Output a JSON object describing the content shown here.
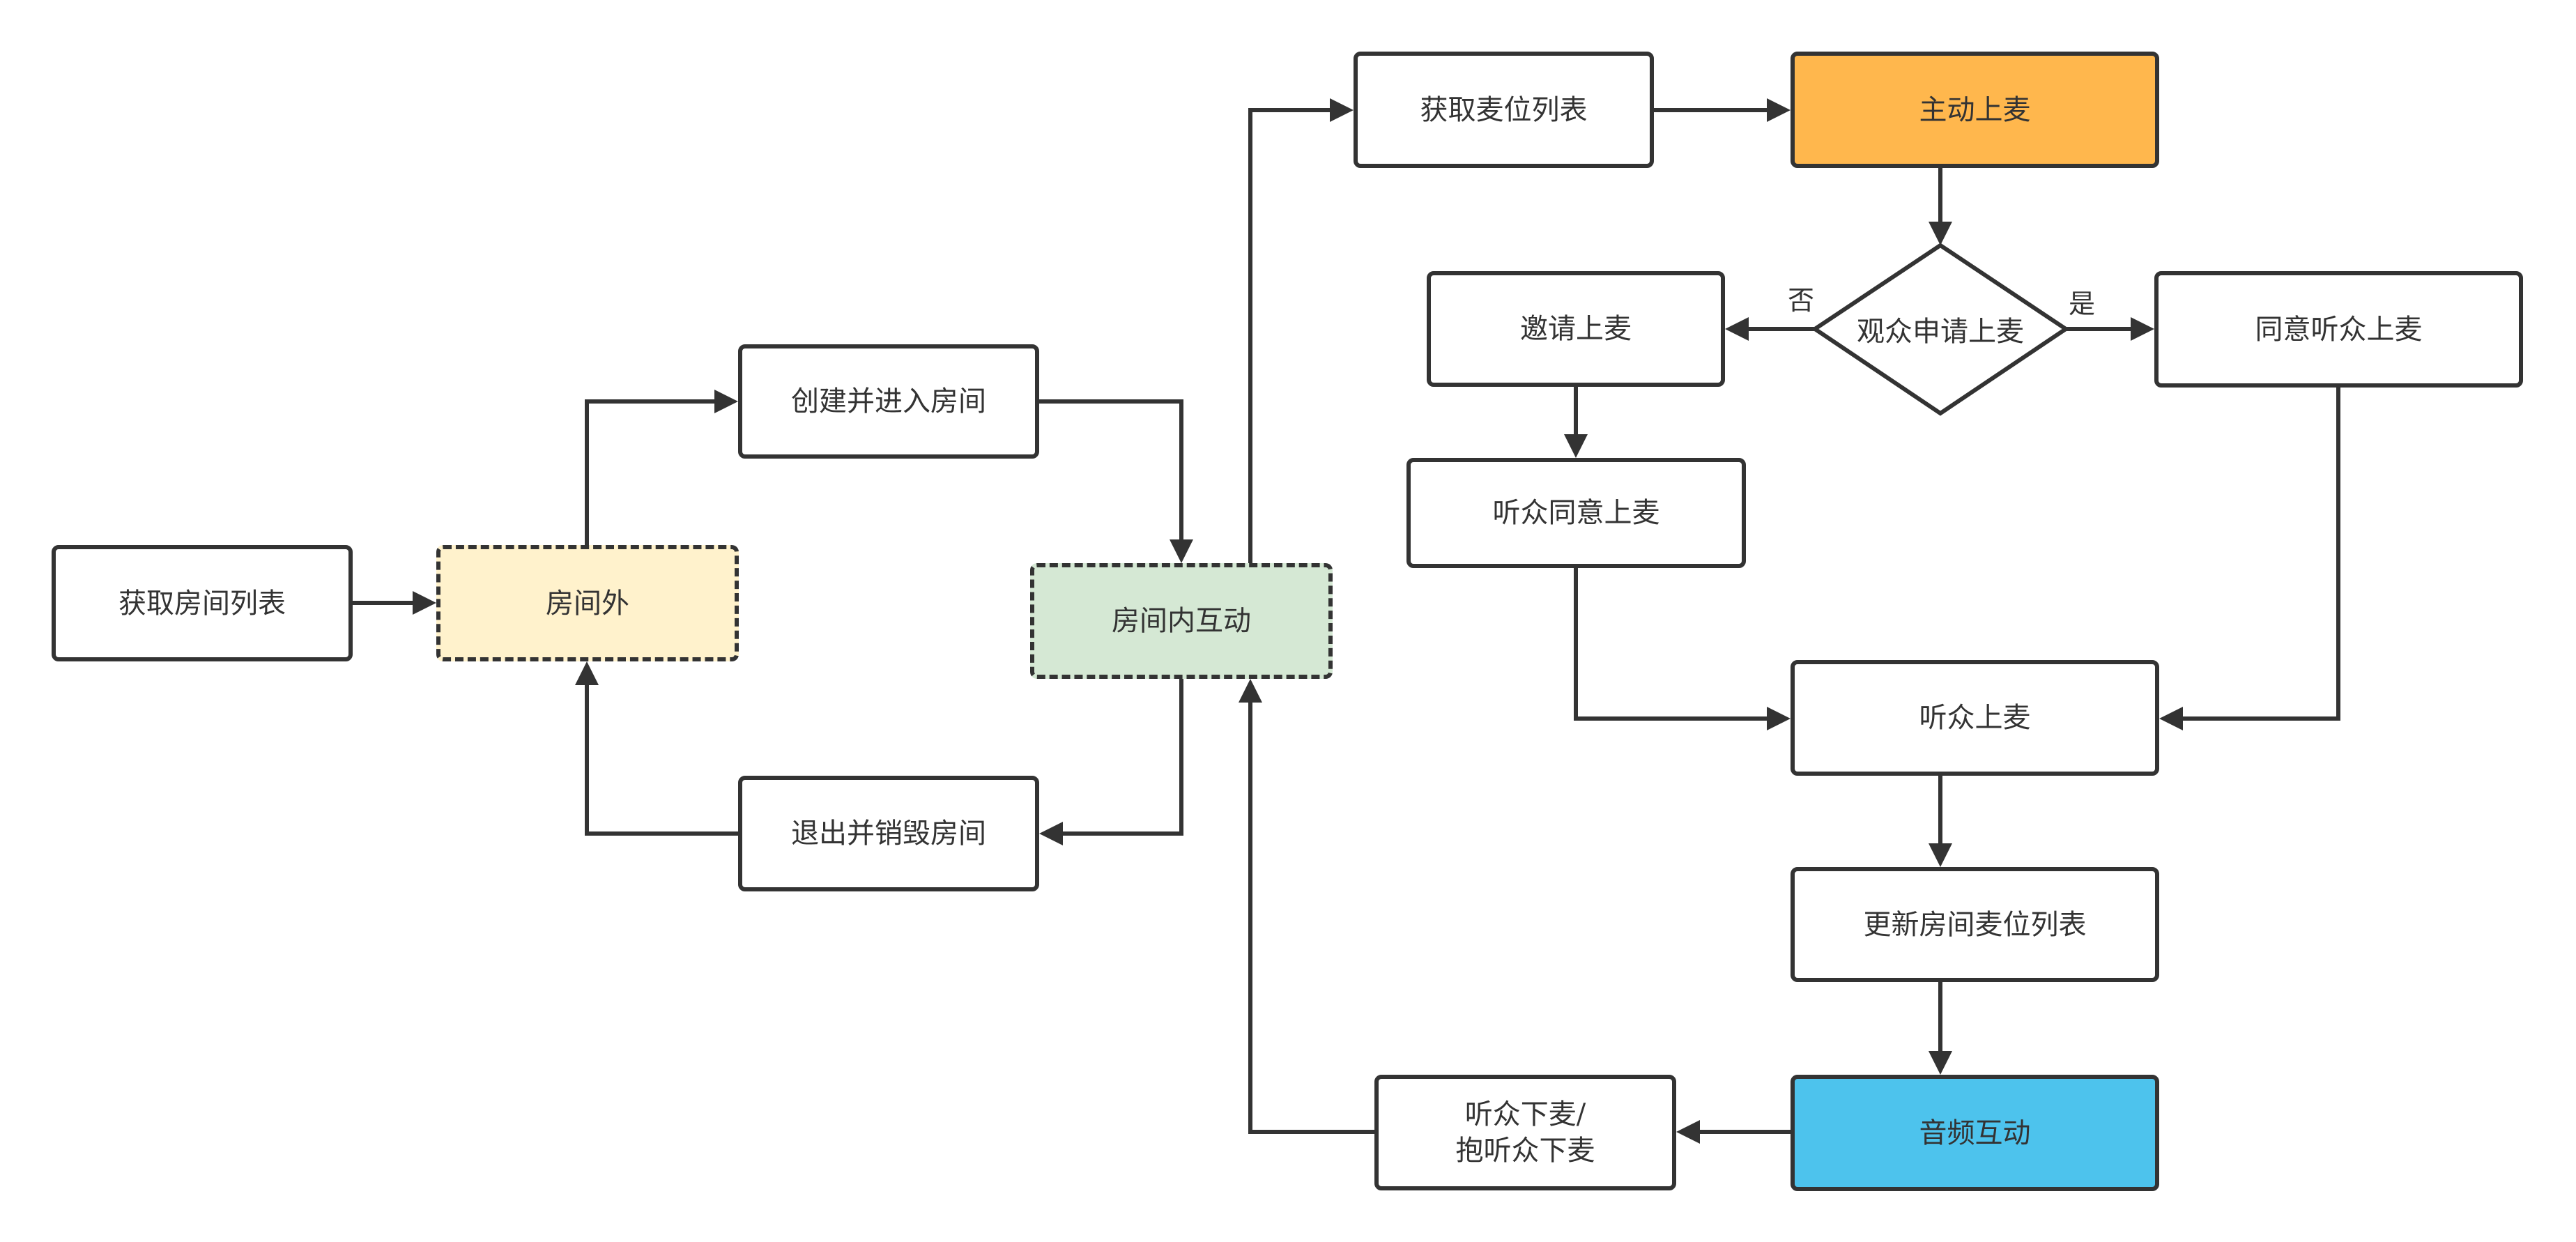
{
  "diagram": {
    "nodes": {
      "get_room_list": "获取房间列表",
      "outside_room": "房间外",
      "create_enter_room": "创建并进入房间",
      "exit_destroy_room": "退出并销毁房间",
      "in_room_interaction": "房间内互动",
      "get_mic_list": "获取麦位列表",
      "active_mic_on": "主动上麦",
      "decision_audience_apply": "观众申请上麦",
      "invite_mic_on": "邀请上麦",
      "agree_audience_mic_on": "同意听众上麦",
      "audience_agree_mic_on": "听众同意上麦",
      "audience_mic_on": "听众上麦",
      "update_mic_list": "更新房间麦位列表",
      "audio_interaction": "音频互动",
      "audience_mic_off": "听众下麦/\n抱听众下麦"
    },
    "edge_labels": {
      "no": "否",
      "yes": "是"
    },
    "colors": {
      "stroke": "#333333",
      "outside_room_fill": "#FFF2CC",
      "in_room_fill": "#D5E8D4",
      "active_mic_fill": "#FFB74D",
      "audio_fill": "#4DC3ED"
    }
  }
}
